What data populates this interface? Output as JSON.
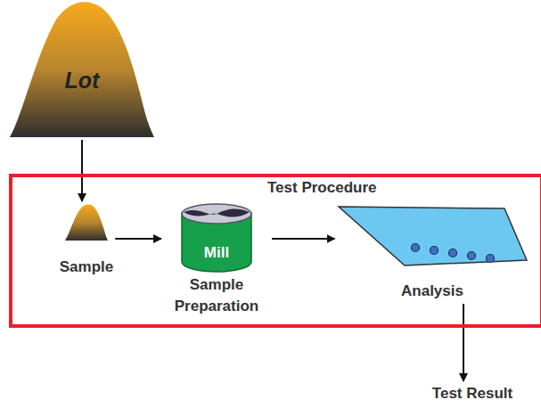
{
  "diagram": {
    "nodes": [
      {
        "text": [
          "Lot"
        ]
      },
      {
        "text": [
          "Test Procedure"
        ]
      },
      {
        "text": [
          "Sample"
        ],
        "in": 1
      },
      {
        "text": [
          "Mill",
          "Sample Preparation"
        ],
        "in": 1
      },
      {
        "text": [
          "Analysis"
        ],
        "in": 1
      },
      {
        "text": [
          "Test Result"
        ]
      }
    ],
    "edges": [
      {
        "from": 0,
        "to": 2,
        "arrow": "to"
      },
      {
        "from": 2,
        "to": 3,
        "arrow": "to"
      },
      {
        "from": 3,
        "to": 4,
        "arrow": "to"
      },
      {
        "from": 4,
        "to": 5,
        "arrow": "to"
      }
    ]
  }
}
